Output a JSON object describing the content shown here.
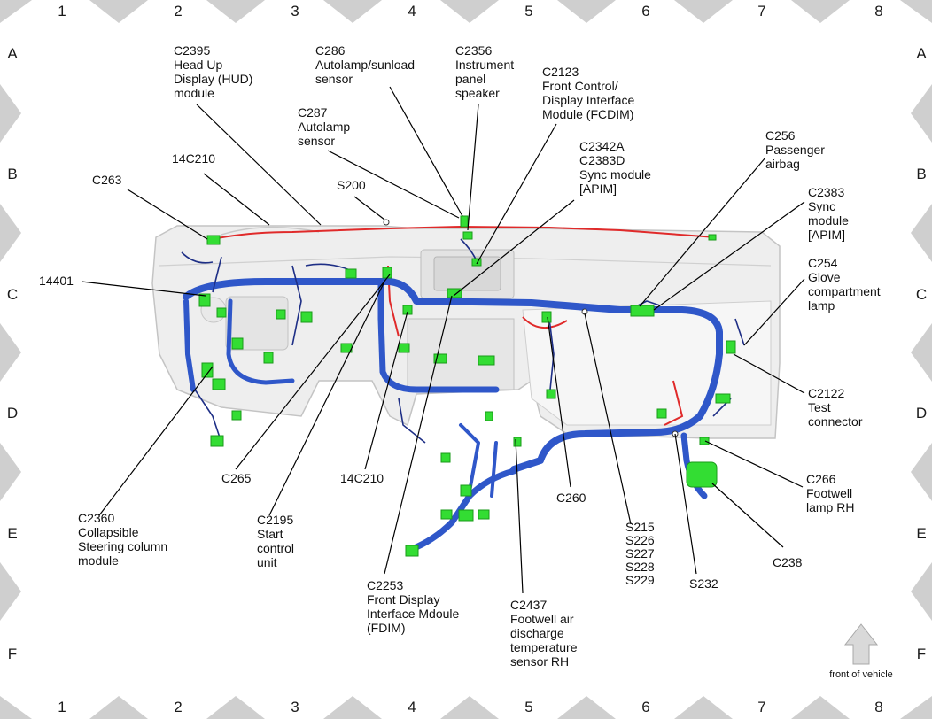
{
  "grid": {
    "columns": [
      "1",
      "2",
      "3",
      "4",
      "5",
      "6",
      "7",
      "8"
    ],
    "rows": [
      "A",
      "B",
      "C",
      "D",
      "E",
      "F"
    ]
  },
  "callouts": [
    {
      "id": "c2395",
      "lines": [
        "C2395",
        "Head Up",
        "Display (HUD)",
        "module"
      ]
    },
    {
      "id": "c286",
      "lines": [
        "C286",
        "Autolamp/sunload",
        "sensor"
      ]
    },
    {
      "id": "c2356",
      "lines": [
        "C2356",
        "Instrument",
        "panel",
        "speaker"
      ]
    },
    {
      "id": "c2123",
      "lines": [
        "C2123",
        "Front Control/",
        "Display Interface",
        "Module (FCDIM)"
      ]
    },
    {
      "id": "c287",
      "lines": [
        "C287",
        "Autolamp",
        "sensor"
      ]
    },
    {
      "id": "c2342a",
      "lines": [
        "C2342A",
        "C2383D",
        "Sync module",
        "[APIM]"
      ]
    },
    {
      "id": "c256",
      "lines": [
        "C256",
        "Passenger",
        "airbag"
      ]
    },
    {
      "id": "14c210-top",
      "lines": [
        "14C210"
      ]
    },
    {
      "id": "c263",
      "lines": [
        "C263"
      ]
    },
    {
      "id": "s200",
      "lines": [
        "S200"
      ]
    },
    {
      "id": "c2383",
      "lines": [
        "C2383",
        "Sync",
        "module",
        "[APIM]"
      ]
    },
    {
      "id": "c254",
      "lines": [
        "C254",
        "Glove",
        "compartment",
        "lamp"
      ]
    },
    {
      "id": "14401",
      "lines": [
        "14401"
      ]
    },
    {
      "id": "c2122",
      "lines": [
        "C2122",
        "Test",
        "connector"
      ]
    },
    {
      "id": "c265",
      "lines": [
        "C265"
      ]
    },
    {
      "id": "14c210-bottom",
      "lines": [
        "14C210"
      ]
    },
    {
      "id": "c260",
      "lines": [
        "C260"
      ]
    },
    {
      "id": "c266",
      "lines": [
        "C266",
        "Footwell",
        "lamp RH"
      ]
    },
    {
      "id": "c2360",
      "lines": [
        "C2360",
        "Collapsible",
        "Steering column",
        "module"
      ]
    },
    {
      "id": "c2195",
      "lines": [
        "C2195",
        "Start",
        "control",
        "unit"
      ]
    },
    {
      "id": "s215",
      "lines": [
        "S215",
        "S226",
        "S227",
        "S228",
        "S229"
      ]
    },
    {
      "id": "c238",
      "lines": [
        "C238"
      ]
    },
    {
      "id": "s232",
      "lines": [
        "S232"
      ]
    },
    {
      "id": "c2253",
      "lines": [
        "C2253",
        "Front Display",
        "Interface Mdoule",
        "(FDIM)"
      ]
    },
    {
      "id": "c2437",
      "lines": [
        "C2437",
        "Footwell air",
        "discharge",
        "temperature",
        "sensor RH"
      ]
    }
  ],
  "front_label": "front of vehicle"
}
